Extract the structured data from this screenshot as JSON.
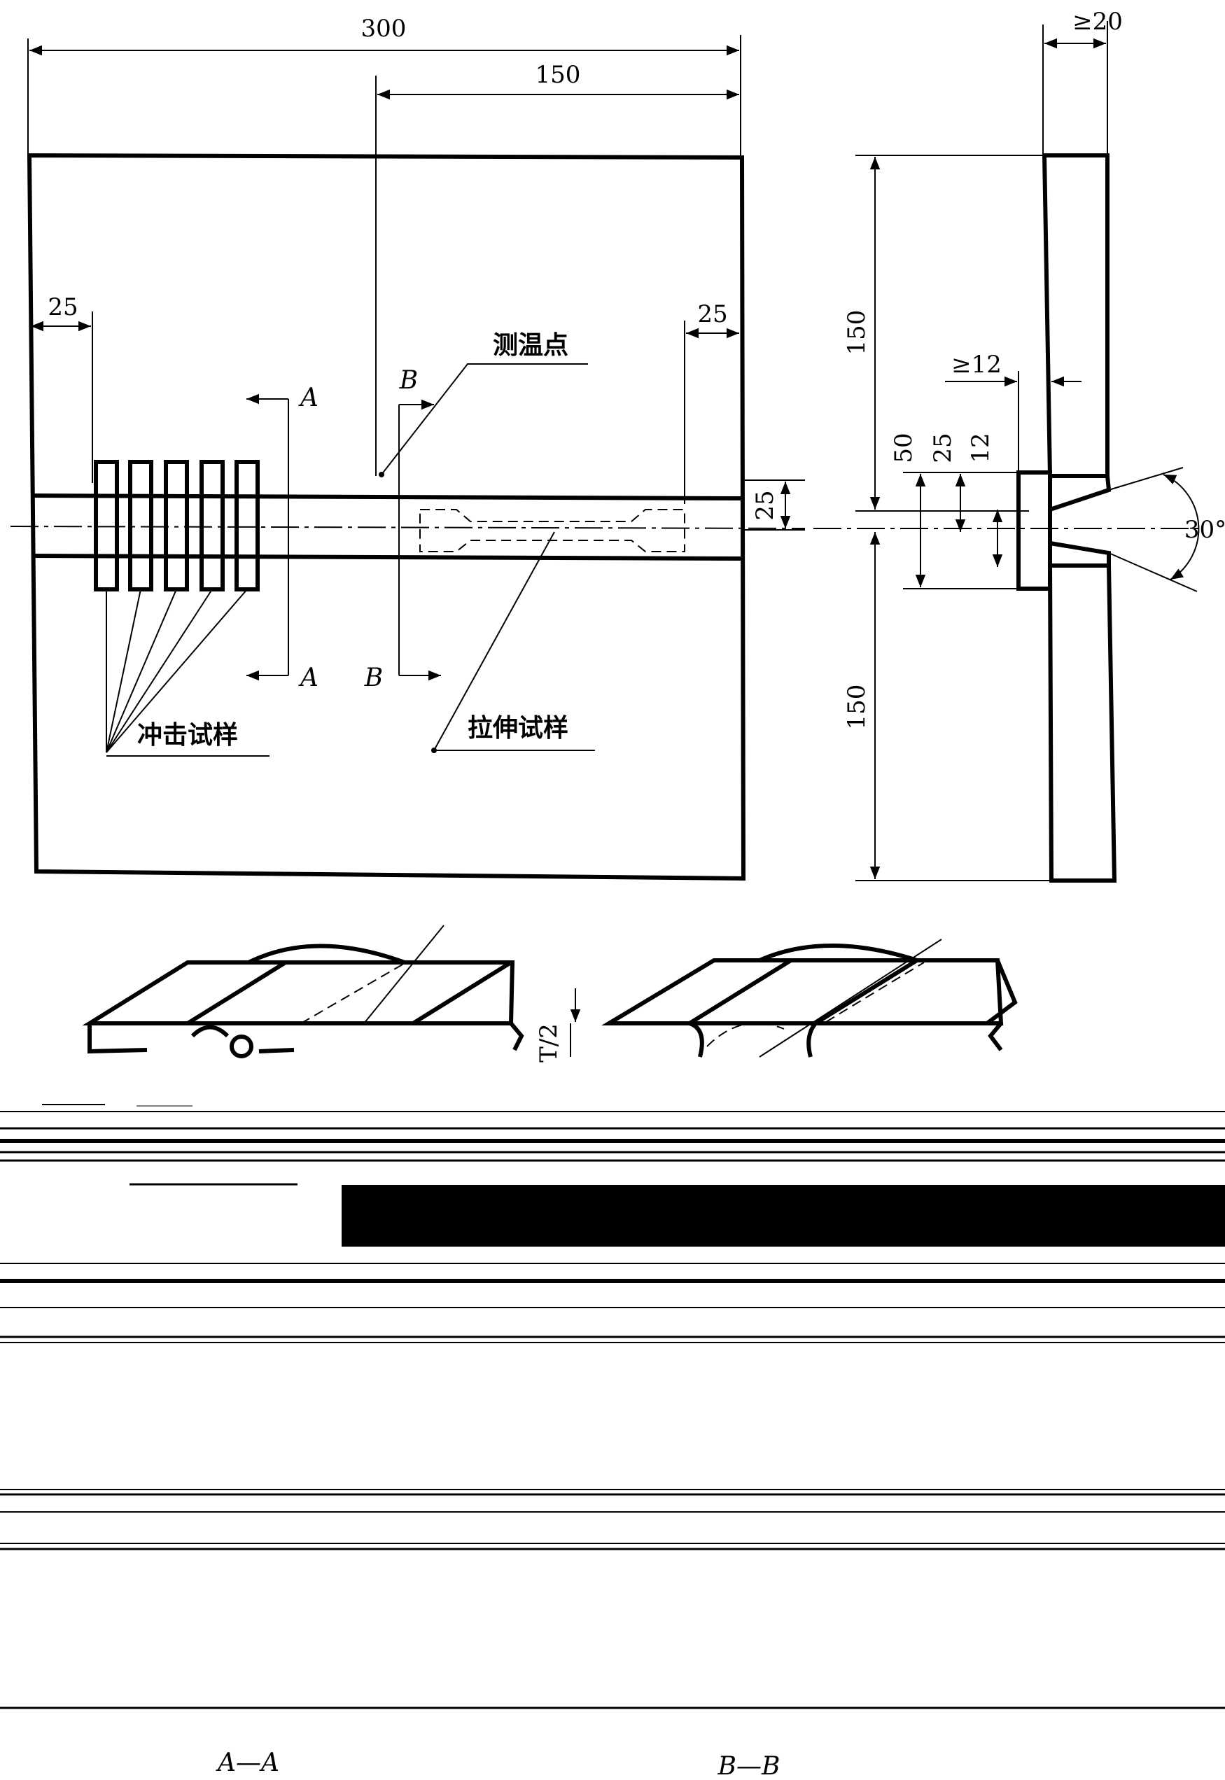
{
  "front_view": {
    "width_label": "300",
    "half_width_label": "150",
    "left_margin_label": "25",
    "right_margin_label": "25",
    "weld_width_label": "25",
    "section_a_top": "A",
    "section_a_bottom": "A",
    "section_b_top": "B",
    "section_b_bottom": "B",
    "temp_point_label": "测温点",
    "impact_specimen_label": "冲击试样",
    "tensile_specimen_label": "拉伸试样"
  },
  "side_view": {
    "thickness_label": "≥20",
    "upper_height_label": "150",
    "lower_height_label": "150",
    "backing_width_label": "≥12",
    "backing_height_label": "50",
    "groove_height_label": "25",
    "gap_label": "12",
    "angle_label": "30°"
  },
  "sections": {
    "mid_mark_label": "T/2",
    "left_caption": "A—A",
    "right_caption": "B—B"
  }
}
